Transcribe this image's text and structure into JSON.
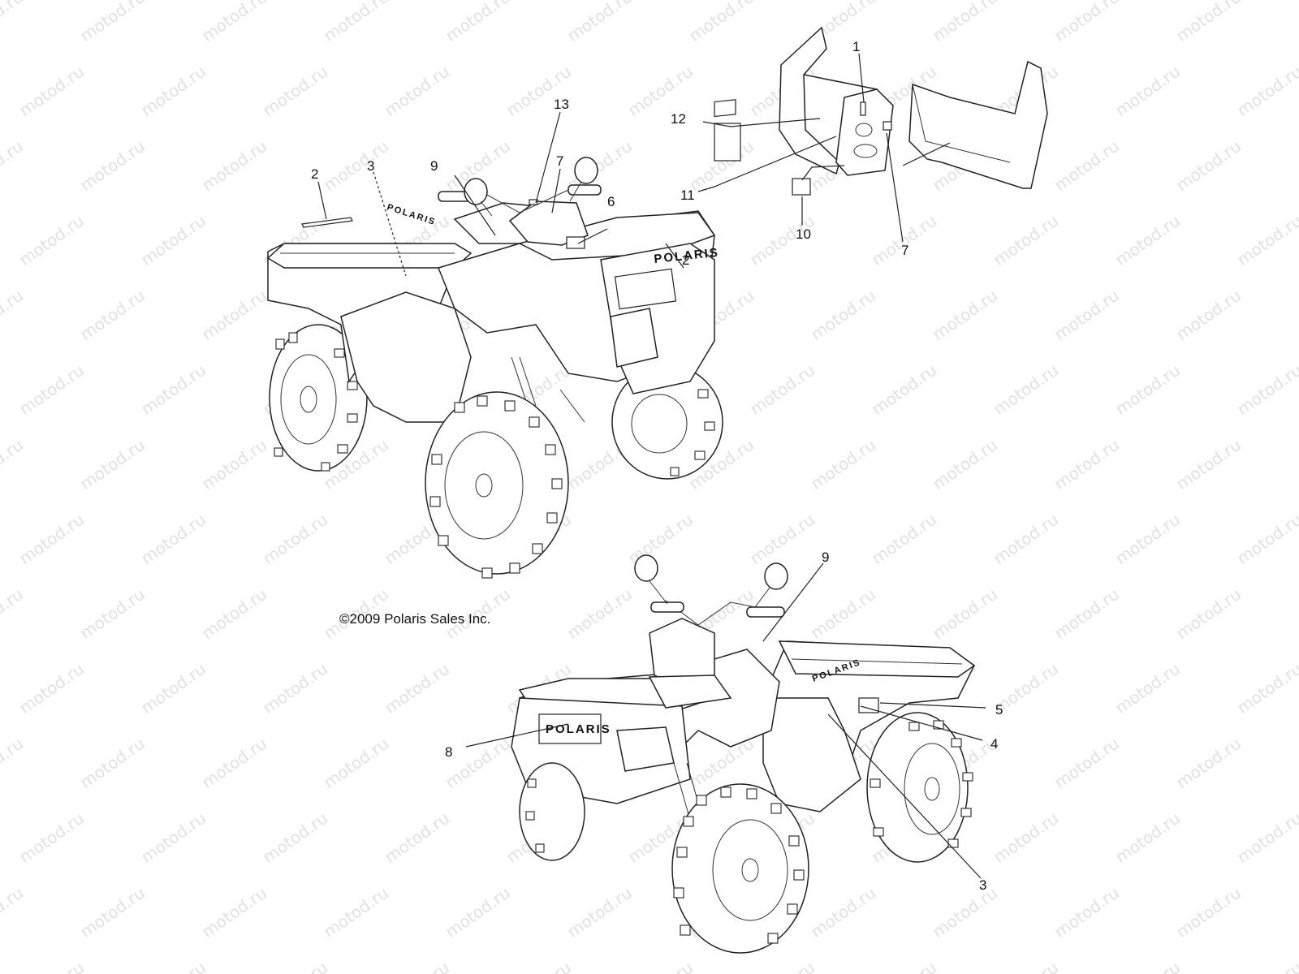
{
  "watermark": {
    "text": "motod.ru"
  },
  "copyright": "©2009 Polaris Sales Inc.",
  "brand_badges": {
    "front_top": "POLARIS",
    "front_bottom": "POLARIS",
    "side_top": "POLARIS",
    "side_bottom": "POLARIS"
  },
  "callouts": [
    {
      "id": "c1",
      "label": "1"
    },
    {
      "id": "c2a",
      "label": "2"
    },
    {
      "id": "c2b",
      "label": "2"
    },
    {
      "id": "c3a",
      "label": "3"
    },
    {
      "id": "c3b",
      "label": "3"
    },
    {
      "id": "c4",
      "label": "4"
    },
    {
      "id": "c5",
      "label": "5"
    },
    {
      "id": "c6",
      "label": "6"
    },
    {
      "id": "c7a",
      "label": "7"
    },
    {
      "id": "c7b",
      "label": "7"
    },
    {
      "id": "c8",
      "label": "8"
    },
    {
      "id": "c9a",
      "label": "9"
    },
    {
      "id": "c9b",
      "label": "9"
    },
    {
      "id": "c10",
      "label": "10"
    },
    {
      "id": "c11",
      "label": "11"
    },
    {
      "id": "c12",
      "label": "12"
    },
    {
      "id": "c13",
      "label": "13"
    }
  ]
}
